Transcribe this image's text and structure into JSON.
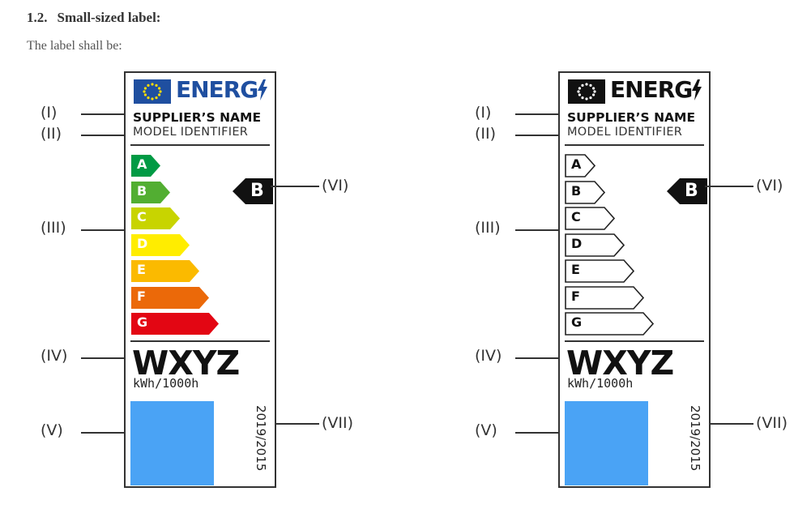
{
  "section": {
    "number": "1.2.",
    "title": "Small-sized label:"
  },
  "intro": "The label shall be:",
  "labels": [
    {
      "variant": "colour",
      "energy_word": "ENERG",
      "supplier": "SUPPLIER’S NAME",
      "model": "MODEL IDENTIFIER",
      "classes": [
        "A",
        "B",
        "C",
        "D",
        "E",
        "F",
        "G"
      ],
      "class_colors": [
        "#009a44",
        "#52ae32",
        "#c8d400",
        "#ffed00",
        "#fbba00",
        "#eb6909",
        "#e30613"
      ],
      "selected_class": "B",
      "consumption_value": "WXYZ",
      "consumption_unit": "kWh/1000h",
      "regulation": "2019/2015",
      "qr_color": "#4aa3f5",
      "flag_color": "#1f4fa0"
    },
    {
      "variant": "monochrome",
      "energy_word": "ENERG",
      "supplier": "SUPPLIER’S NAME",
      "model": "MODEL IDENTIFIER",
      "classes": [
        "A",
        "B",
        "C",
        "D",
        "E",
        "F",
        "G"
      ],
      "selected_class": "B",
      "consumption_value": "WXYZ",
      "consumption_unit": "kWh/1000h",
      "regulation": "2019/2015",
      "qr_color": "#4aa3f5",
      "flag_color": "#111111"
    }
  ],
  "callouts": {
    "i": "(I)",
    "ii": "(II)",
    "iii": "(III)",
    "iv": "(IV)",
    "v": "(V)",
    "vi": "(VI)",
    "vii": "(VII)"
  }
}
